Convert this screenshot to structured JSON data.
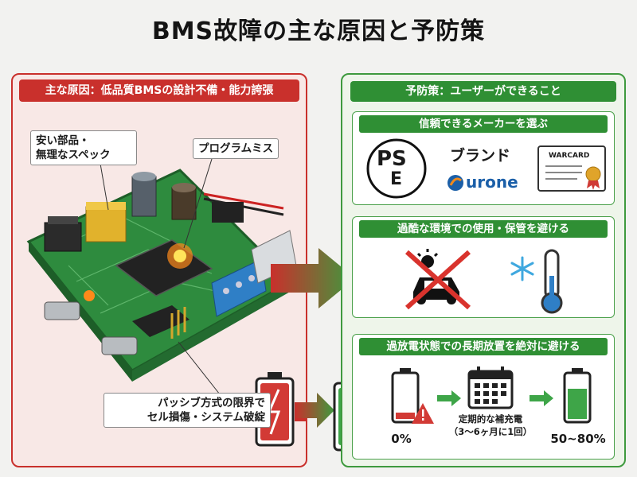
{
  "title": "BMS故障の主な原因と予防策",
  "left": {
    "header": "主な原因：低品質BMSの設計不備・能力誇張",
    "callout_cheap": "安い部品・\n無理なスペック",
    "callout_program": "プログラムミス",
    "callout_passive": "パッシブ方式の限界で\nセル損傷・システム破綻"
  },
  "right": {
    "header": "予防策：ユーザーができること",
    "card1": {
      "title": "信頼できるメーカーを選ぶ",
      "pse_top": "PS",
      "pse_bottom": "E",
      "brand_label": "ブランド",
      "brand_name": "urone",
      "cert_label": "WARCARD"
    },
    "card2": {
      "title": "過酷な環境での使用・保管を避ける"
    },
    "card3": {
      "title": "過放電状態での長期放置を絶対に避ける",
      "level_low": "0%",
      "schedule": "定期的な補充電\n（3〜6ヶ月に1回）",
      "level_target": "50~80%"
    }
  },
  "colors": {
    "danger": "#c9302c",
    "safe": "#2f8f34"
  }
}
